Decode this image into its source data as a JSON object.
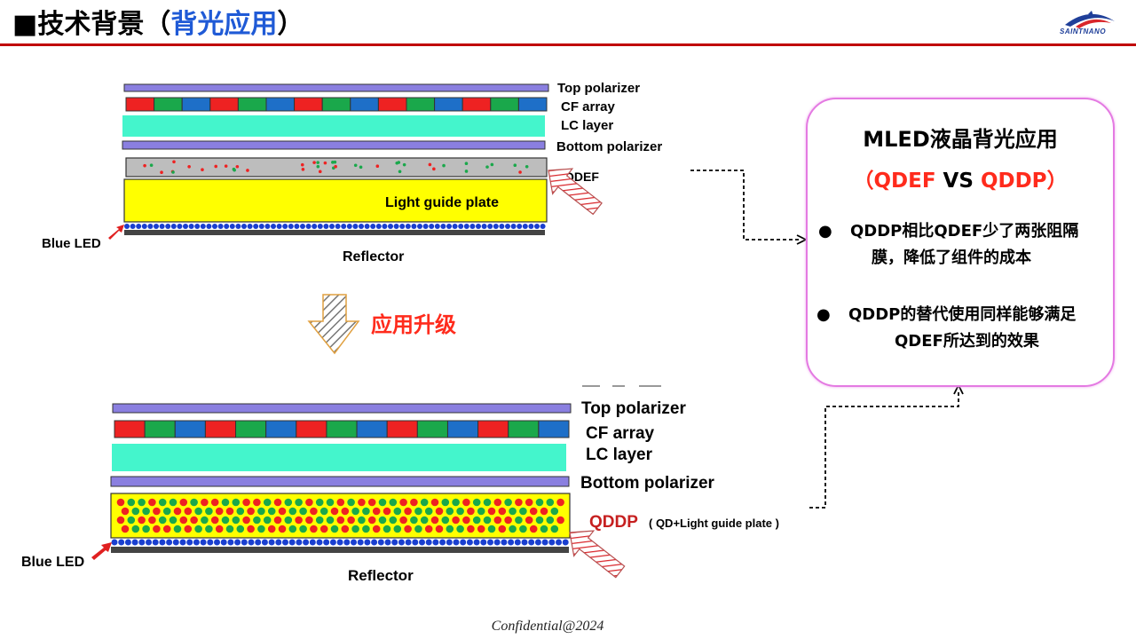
{
  "header": {
    "square": "■",
    "title_main": "技术背景（",
    "title_highlight": "背光应用",
    "title_end": "）",
    "logo_text": "SAINTNANO"
  },
  "top_diagram": {
    "layers": [
      "Top polarizer",
      "CF array",
      "LC layer",
      "Bottom polarizer",
      "QDEF",
      "Light guide plate"
    ],
    "blue_led": "Blue LED",
    "reflector": "Reflector"
  },
  "upgrade_label": "应用升级",
  "bottom_diagram": {
    "layers": [
      "Top polarizer",
      "CF array",
      "LC layer",
      "Bottom polarizer"
    ],
    "qddp": "QDDP",
    "qddp_note": "( QD+Light guide plate )",
    "blue_led": "Blue LED",
    "reflector": "Reflector"
  },
  "card": {
    "title": "MLED液晶背光应用",
    "sub_open": "（",
    "sub_left": "QDEF",
    "sub_vs": " VS ",
    "sub_right": "QDDP",
    "sub_close": "）",
    "bullets": [
      {
        "line1": "QDDP相比QDEF少了两张阻隔",
        "line2": "膜，降低了组件的成本"
      },
      {
        "line1": "QDDP的替代使用同样能够满足",
        "line2": "QDEF所达到的效果"
      }
    ]
  },
  "footer": "Confidential@2024",
  "colors": {
    "polarizer": "#8a7fe0",
    "lc": "#44f5cc",
    "lgp": "#ffff00",
    "cf_red": "#ee2222",
    "cf_green": "#1aa84b",
    "cf_blue": "#1e6fc8",
    "accent_red": "#ff2b1c",
    "card_border": "#e47ae2"
  }
}
